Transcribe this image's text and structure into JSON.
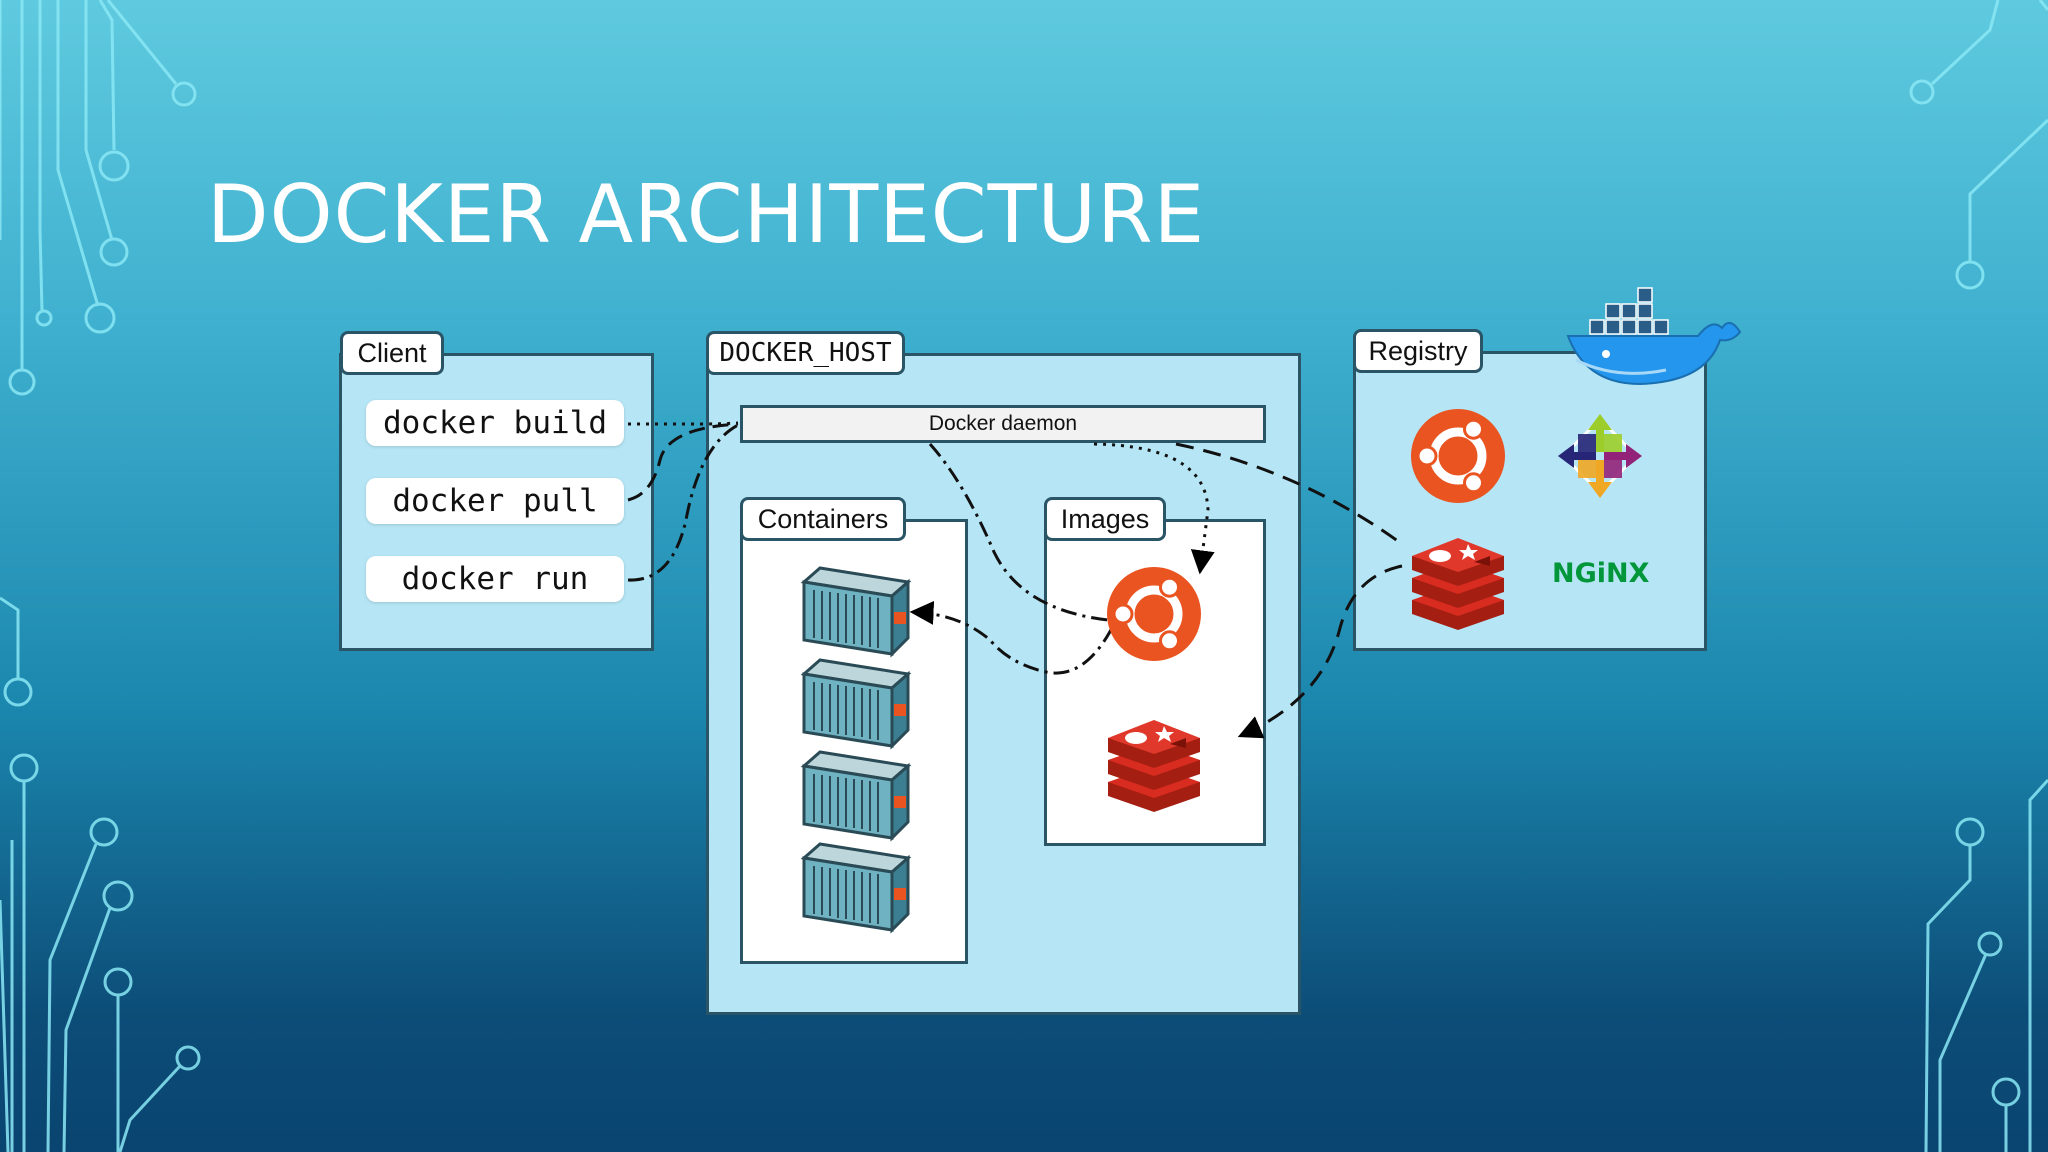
{
  "slide": {
    "title": "DOCKER ARCHITECTURE"
  },
  "client": {
    "label": "Client",
    "commands": [
      "docker build",
      "docker pull",
      "docker run"
    ]
  },
  "host": {
    "label": "DOCKER_HOST",
    "daemon": "Docker daemon",
    "containers_label": "Containers",
    "images_label": "Images"
  },
  "registry": {
    "label": "Registry",
    "nginx_logo_text": "NGiNX"
  },
  "icons": {
    "registry": [
      "ubuntu-logo",
      "centos-logo",
      "redis-logo",
      "nginx-logo",
      "docker-whale-logo"
    ],
    "images": [
      "ubuntu-logo",
      "redis-logo"
    ],
    "containers": [
      "container",
      "container",
      "container",
      "container"
    ]
  },
  "colors": {
    "panel_fill": "#b6e6f5",
    "panel_border": "#2a5566",
    "ubuntu_orange": "#e95420",
    "redis_red": "#d82c20",
    "nginx_green": "#009639",
    "docker_blue": "#2496ed"
  }
}
